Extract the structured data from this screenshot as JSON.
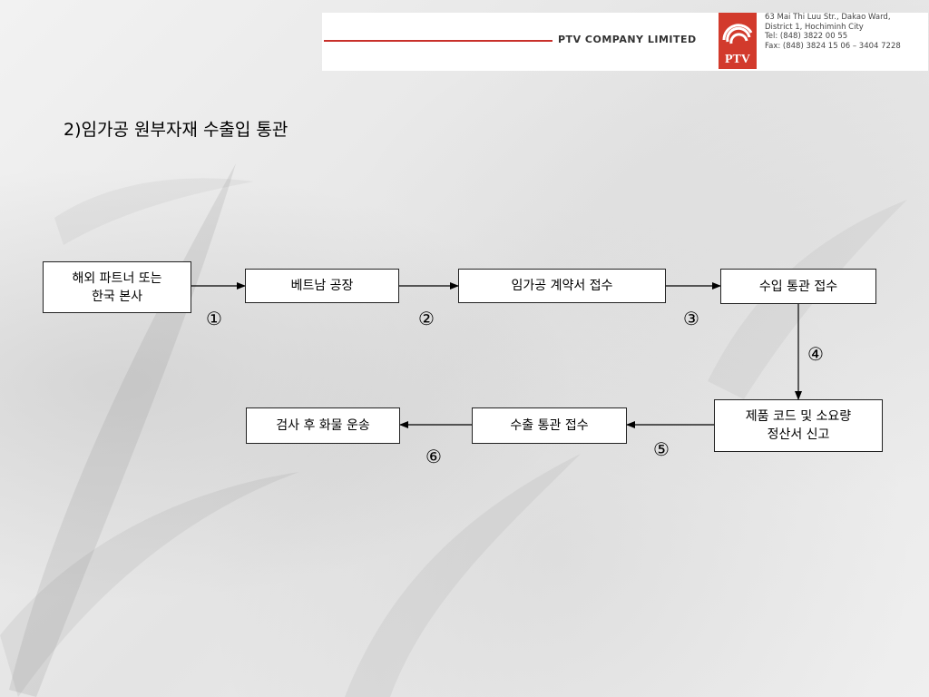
{
  "header": {
    "company": "PTV COMPANY LIMITED",
    "logo_text": "PTV",
    "address": [
      "63 Mai Thi Luu Str., Dakao Ward,",
      "District 1, Hochiminh City",
      "Tel: (848) 3822 00 55",
      "Fax: (848) 3824 15 06 – 3404 7228"
    ],
    "brand_color": "#d23a2c"
  },
  "title": "2)임가공 원부자재 수출입 통관",
  "steps": {
    "s1": "해외 파트너 또는\n한국 본사",
    "s2": "베트남 공장",
    "s3": "임가공 계약서 접수",
    "s4": "수입 통관 접수",
    "s5": "제품 코드 및 소요량\n정산서 신고",
    "s6": "수출 통관 접수",
    "s7": "검사 후 화물 운송"
  },
  "numbers": [
    "①",
    "②",
    "③",
    "④",
    "⑤",
    "⑥"
  ]
}
